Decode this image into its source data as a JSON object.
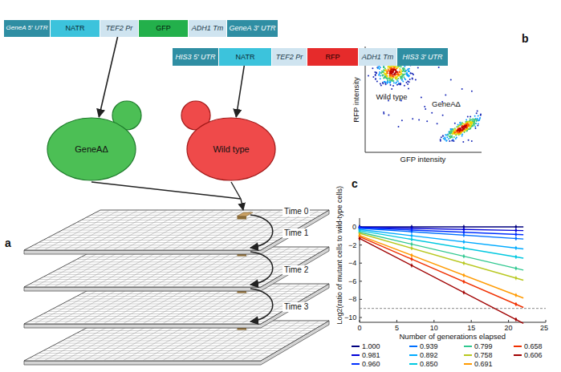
{
  "diagram": {
    "nodes": [
      {
        "text": [
          "GeneA 5′ UTR"
        ]
      },
      {
        "text": [
          "NATR"
        ]
      },
      {
        "text": [
          "TEF2 Pr"
        ]
      },
      {
        "text": [
          "GFP"
        ]
      },
      {
        "text": [
          "ADH1 Tm"
        ]
      },
      {
        "text": [
          "GeneA 3′ UTR"
        ]
      },
      {
        "text": [
          "HIS3 5′ UTR"
        ]
      },
      {
        "text": [
          "NATR"
        ]
      },
      {
        "text": [
          "TEF2 Pr"
        ]
      },
      {
        "text": [
          "RFP"
        ]
      },
      {
        "text": [
          "ADH1 Tm"
        ]
      },
      {
        "text": [
          "HIS3 3′ UTR"
        ]
      },
      {
        "text": [
          "GeneAΔ"
        ]
      },
      {
        "text": [
          "Wild type"
        ]
      }
    ],
    "edges": [
      {
        "from": 2,
        "to": 12,
        "arrow": "to"
      },
      {
        "from": 7,
        "to": 13,
        "arrow": "to"
      }
    ],
    "labels": [
      "a",
      "b",
      "c",
      "Wild type",
      "GeneAΔ",
      "RFP intensity",
      "GFP intensity",
      "Time 0",
      "Time 1",
      "Time 2",
      "Time 3",
      "0",
      "−2",
      "−4",
      "−6",
      "−8",
      "−10",
      "0",
      "5",
      "10",
      "15",
      "20",
      "25",
      "Log2(ratio of mutant cells to wild-type cells)",
      "Number of generations elapsed"
    ],
    "legend": [
      {
        "text": "1.000",
        "color": "#00007f"
      },
      {
        "text": "0.939",
        "color": "#0070ff"
      },
      {
        "text": "0.799",
        "color": "#30c890"
      },
      {
        "text": "0.658",
        "color": "#f03000"
      },
      {
        "text": "0.981",
        "color": "#0000d8"
      },
      {
        "text": "0.892",
        "color": "#00aaff"
      },
      {
        "text": "0.758",
        "color": "#b8c820"
      },
      {
        "text": "0.606",
        "color": "#a00000"
      },
      {
        "text": "0.960",
        "color": "#0030ff"
      },
      {
        "text": "0.850",
        "color": "#00c8e0"
      },
      {
        "text": "0.691",
        "color": "#ff9a00"
      }
    ]
  }
}
